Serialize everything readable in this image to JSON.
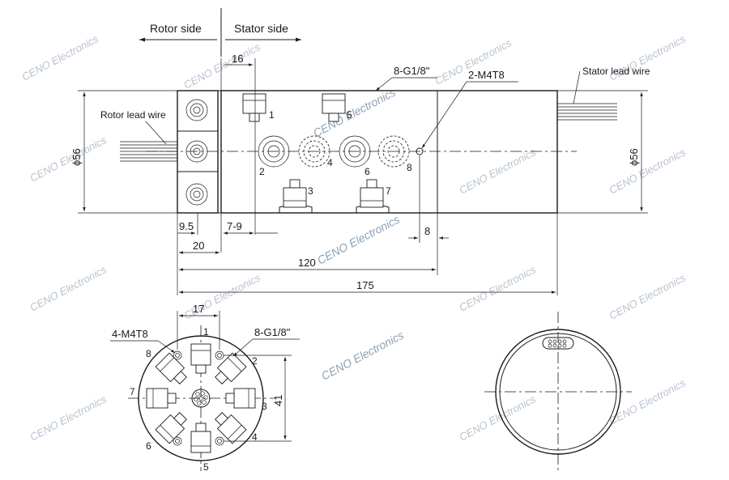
{
  "labels": {
    "rotor_side": "Rotor side",
    "stator_side": "Stator side",
    "rotor_lead_wire": "Rotor lead wire",
    "stator_lead_wire": "Stator lead wire",
    "ports_top": "8-G1/8\"",
    "mount_holes_side": "2-M4T8",
    "mount_holes_end": "4-M4T8",
    "ports_end": "8-G1/8\""
  },
  "dimensions": {
    "d16": "16",
    "d9_5": "9.5",
    "d20": "20",
    "d7_9": "7-9",
    "d8": "8",
    "d120": "120",
    "d175": "175",
    "d17": "17",
    "d41": "41",
    "dia_left": "ϕ56",
    "dia_right": "ϕ56"
  },
  "port_numbers": {
    "side": [
      "1",
      "2",
      "3",
      "4",
      "5",
      "6",
      "7",
      "8"
    ],
    "end": [
      "1",
      "2",
      "3",
      "4",
      "5",
      "6",
      "7",
      "8"
    ]
  },
  "watermark": "CENO Electronics"
}
